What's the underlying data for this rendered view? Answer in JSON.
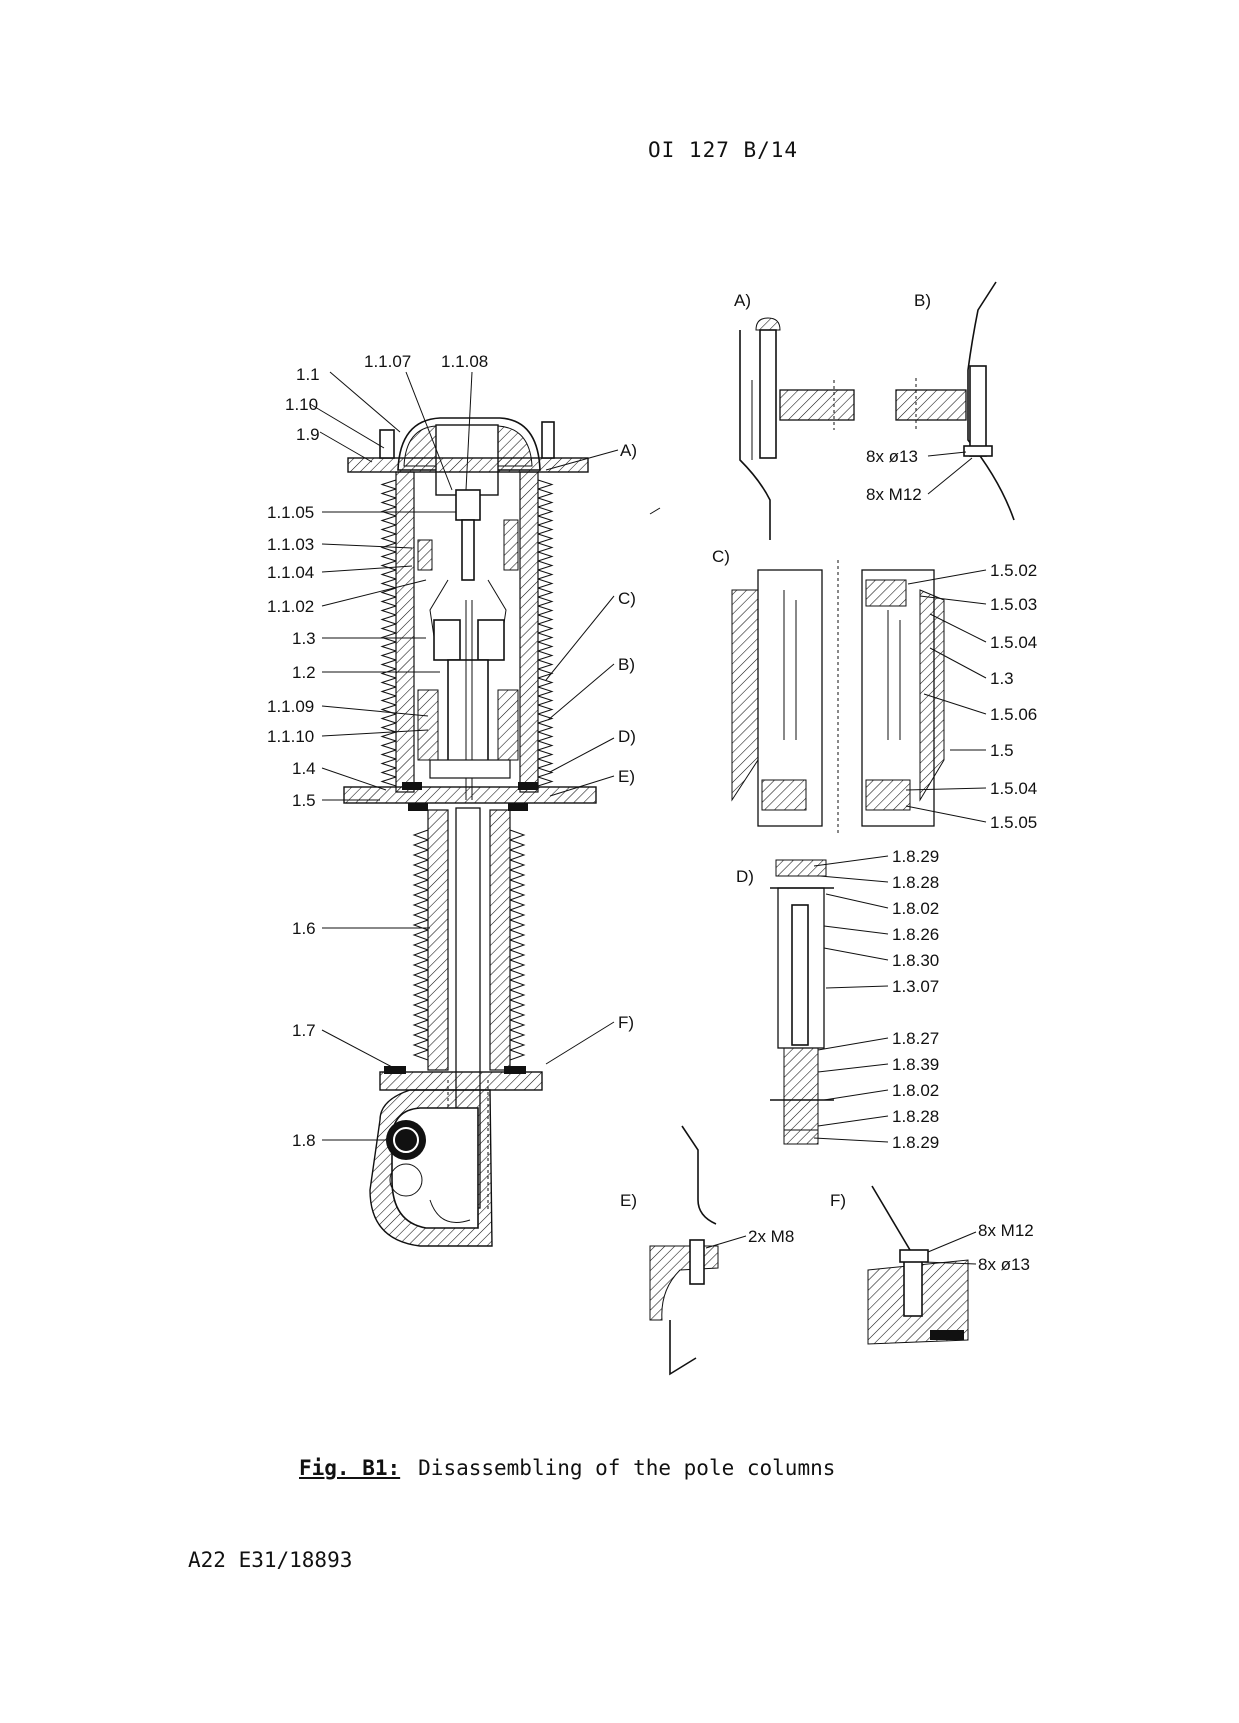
{
  "header": {
    "doc_number": "OI 127 B/14"
  },
  "figure": {
    "caption_label": "Fig. B1:",
    "caption_text": "Disassembling of the pole columns",
    "main_labels_left": [
      "1.1",
      "1.10",
      "1.9",
      "1.1.05",
      "1.1.03",
      "1.1.04",
      "1.1.02",
      "1.3",
      "1.2",
      "1.1.09",
      "1.1.10",
      "1.4",
      "1.5",
      "1.6",
      "1.7",
      "1.8"
    ],
    "main_labels_top": [
      "1.1.07",
      "1.1.08"
    ],
    "detail_refs": [
      "A)",
      "C)",
      "B)",
      "D)",
      "E)",
      "F)"
    ],
    "detail_A": {
      "title": "A)"
    },
    "detail_B": {
      "title": "B)",
      "notes": [
        "8x ø13",
        "8x M12"
      ]
    },
    "detail_C": {
      "title": "C)",
      "labels": [
        "1.5.02",
        "1.5.03",
        "1.5.04",
        "1.3",
        "1.5.06",
        "1.5",
        "1.5.04",
        "1.5.05"
      ]
    },
    "detail_D": {
      "title": "D)",
      "labels": [
        "1.8.29",
        "1.8.28",
        "1.8.02",
        "1.8.26",
        "1.8.30",
        "1.3.07",
        "1.8.27",
        "1.8.39",
        "1.8.02",
        "1.8.28",
        "1.8.29"
      ]
    },
    "detail_E": {
      "title": "E)",
      "notes": [
        "2x M8"
      ]
    },
    "detail_F": {
      "title": "F)",
      "notes": [
        "8x M12",
        "8x ø13"
      ]
    }
  },
  "footer": {
    "doc_id": "A22 E31/18893"
  }
}
